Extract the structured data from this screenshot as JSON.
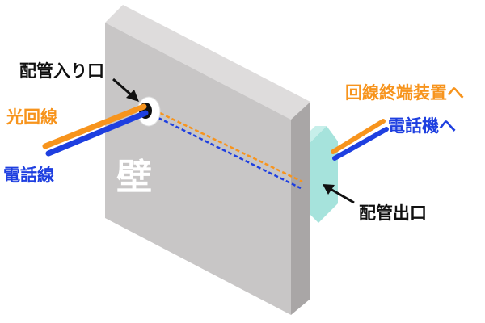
{
  "labels": {
    "wall": "壁",
    "pipe_inlet": "配管入り口",
    "pipe_outlet": "配管出口",
    "fiber_line": "光回線",
    "phone_line": "電話線",
    "to_terminal": "回線終端装置へ",
    "to_phone": "電話機へ"
  },
  "colors": {
    "fiber": "#f7941d",
    "phone": "#1e3fe0",
    "wall_front": "#c8c6c6",
    "wall_side": "#a9a6a6",
    "wall_top": "#dedcdc",
    "outlet_box": "#a6e3dc",
    "label_dark": "#111111"
  }
}
